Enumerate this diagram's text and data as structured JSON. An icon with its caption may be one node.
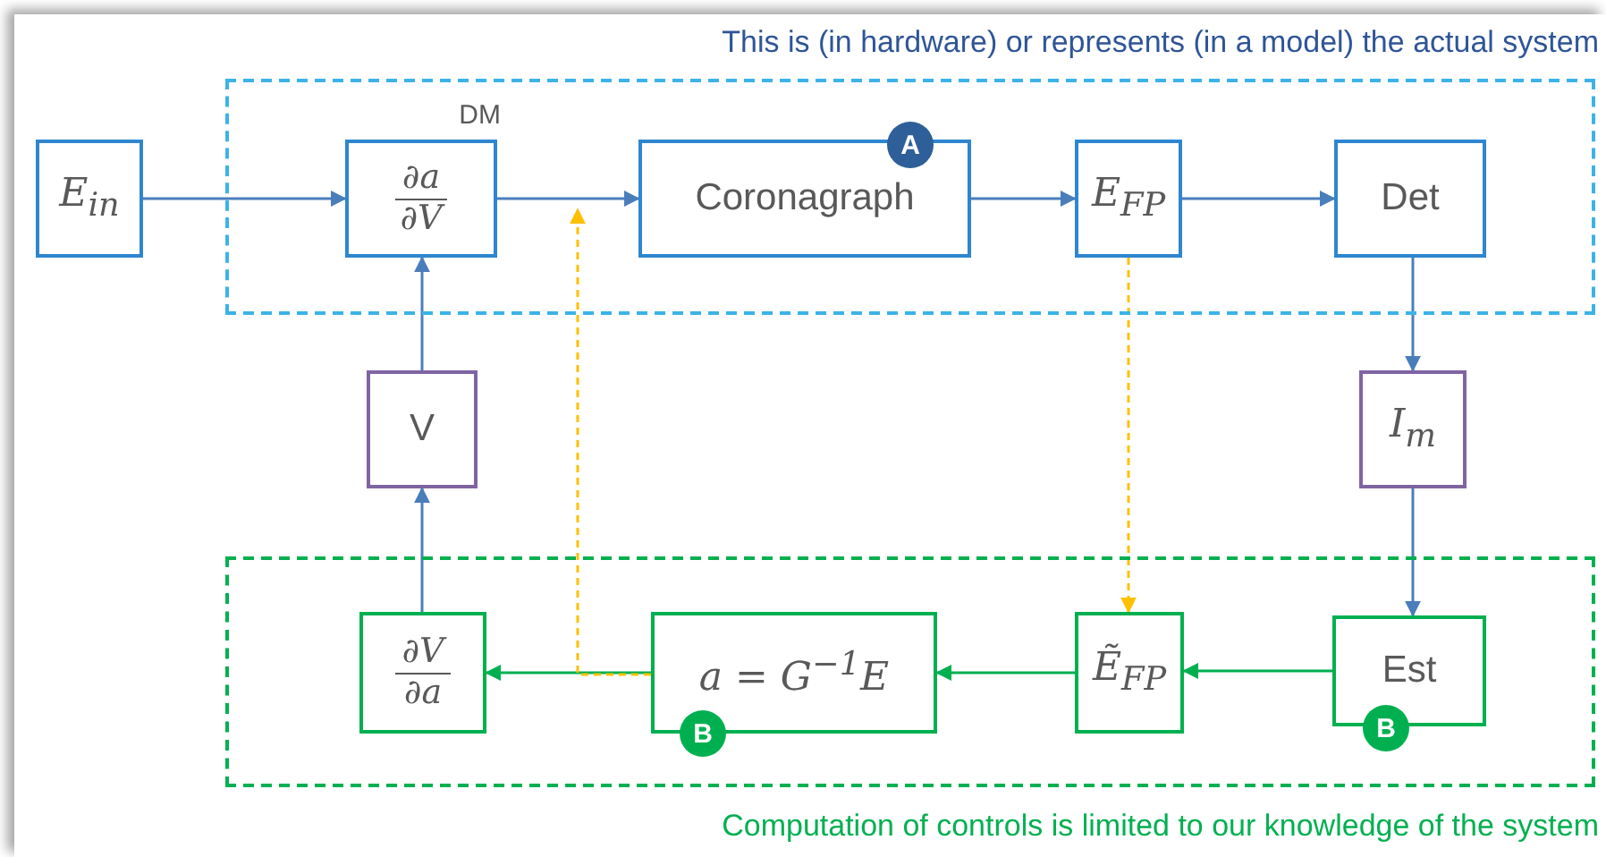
{
  "diagram": {
    "nodes": [
      {
        "text": [
          "This is (in hardware) or represents (in a model) the actual system"
        ]
      },
      {
        "text": [
          "E$_{in}$"
        ]
      },
      {
        "text": [
          "∂a",
          "∂V"
        ],
        "in": 0,
        "beside": [
          "DM"
        ]
      },
      {
        "text": [
          "Coronagraph"
        ],
        "in": 0
      },
      {
        "text": [
          "E$_{FP}$"
        ],
        "in": 0
      },
      {
        "text": [
          "Det"
        ],
        "in": 0
      },
      {
        "text": [
          "V"
        ]
      },
      {
        "text": [
          "I$_{m}$"
        ]
      },
      {
        "text": [
          "Computation of controls is limited to our knowledge of the system"
        ]
      },
      {
        "text": [
          "∂V",
          "∂a"
        ],
        "in": 8
      },
      {
        "text": [
          "a = G$^{−1}$E"
        ],
        "in": 8
      },
      {
        "text": [
          "Ẽ$_{FP}$"
        ],
        "in": 8
      },
      {
        "text": [
          "Est"
        ],
        "in": 8
      }
    ],
    "edges": [
      {
        "from": 1,
        "to": 2,
        "arrow": "to"
      },
      {
        "from": 2,
        "to": 3,
        "arrow": "to"
      },
      {
        "from": 3,
        "to": 4,
        "arrow": "to"
      },
      {
        "from": 4,
        "to": 5,
        "arrow": "to"
      },
      {
        "from": 5,
        "to": 7,
        "arrow": "to"
      },
      {
        "from": 7,
        "to": 12,
        "arrow": "to"
      },
      {
        "from": 12,
        "to": 11,
        "arrow": "to",
        "color": "#00b050"
      },
      {
        "from": 11,
        "to": 10,
        "arrow": "to",
        "color": "#00b050"
      },
      {
        "from": 10,
        "to": 9,
        "arrow": "to",
        "color": "#00b050"
      },
      {
        "from": 9,
        "to": 6,
        "arrow": "to"
      },
      {
        "from": 6,
        "to": 2,
        "arrow": "to"
      },
      {
        "from": 4,
        "to": 11,
        "arrow": "to",
        "style": "dashed",
        "color": "#ffc000"
      },
      {
        "from": 10,
        "to": null,
        "arrow": "to",
        "style": "dashed",
        "color": "#ffc000"
      }
    ],
    "labels": [
      "A",
      "B",
      "B"
    ]
  }
}
